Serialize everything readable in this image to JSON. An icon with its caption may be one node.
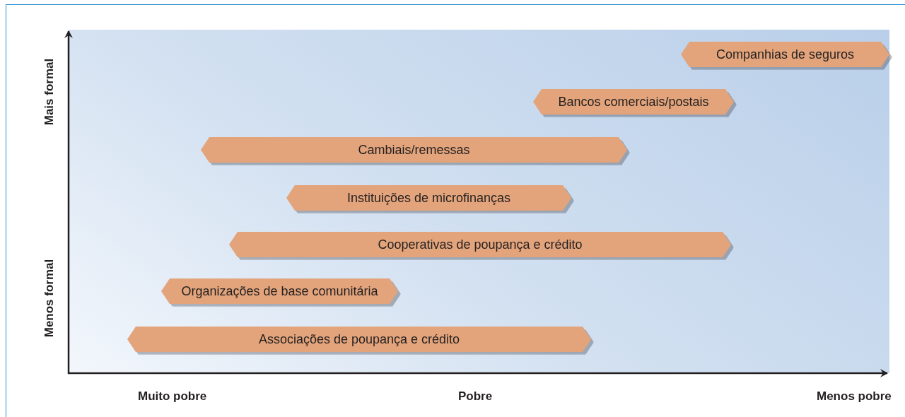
{
  "diagram": {
    "nodes": [
      {
        "text": [
          "Companhias de seguros"
        ]
      },
      {
        "text": [
          "Bancos comerciais/postais"
        ]
      },
      {
        "text": [
          "Cambiais/remessas"
        ]
      },
      {
        "text": [
          "Instituições de microfinanças"
        ]
      },
      {
        "text": [
          "Cooperativas de poupança e crédito"
        ]
      },
      {
        "text": [
          "Organizações de base comunitária"
        ]
      },
      {
        "text": [
          "Associações de poupança e crédito"
        ]
      }
    ],
    "labels": [
      "Mais formal",
      "Menos formal",
      "Muito pobre",
      "Pobre",
      "Menos pobre"
    ]
  }
}
